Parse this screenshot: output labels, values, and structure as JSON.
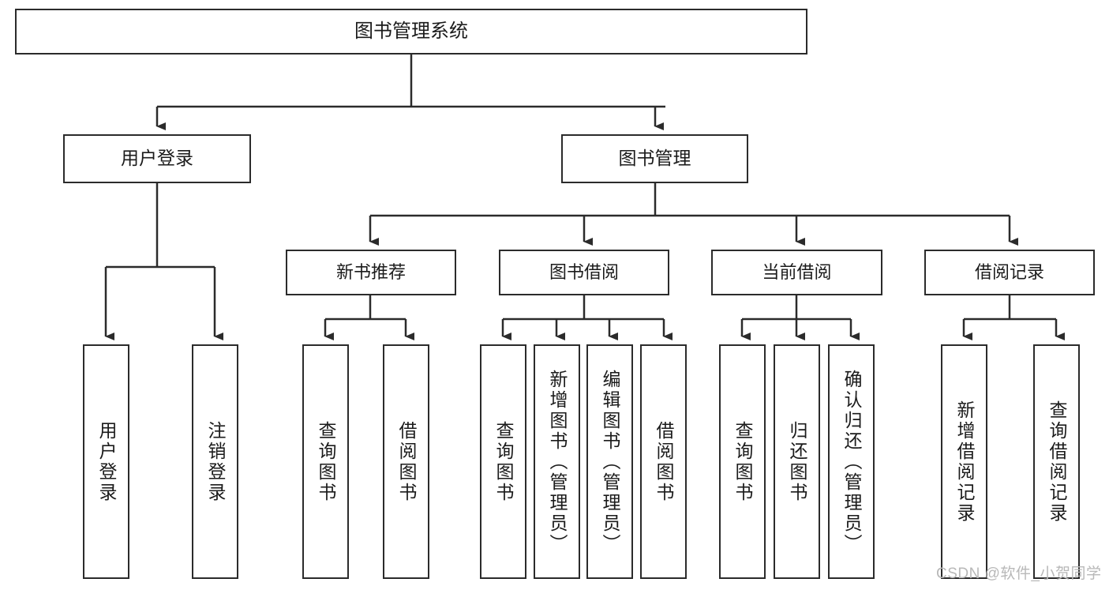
{
  "diagram": {
    "title": "图书管理系统",
    "type": "hierarchy-tree",
    "watermark": "CSDN @软件_小贺同学",
    "colors": {
      "border": "#2b2b2b",
      "background": "#ffffff",
      "text": "#1b1b1b",
      "watermark": "#b8b8b8"
    },
    "root": {
      "label": "图书管理系统"
    },
    "level1": [
      {
        "label": "用户登录"
      },
      {
        "label": "图书管理"
      }
    ],
    "level2": [
      {
        "label": "新书推荐"
      },
      {
        "label": "图书借阅"
      },
      {
        "label": "当前借阅"
      },
      {
        "label": "借阅记录"
      }
    ],
    "leaves": {
      "user_login": [
        {
          "label": "用户登录"
        },
        {
          "label": "注销登录"
        }
      ],
      "new_book_recommend": [
        {
          "label": "查询图书"
        },
        {
          "label": "借阅图书"
        }
      ],
      "book_borrow": [
        {
          "label": "查询图书"
        },
        {
          "label": "新增图书（管理员）"
        },
        {
          "label": "编辑图书（管理员）"
        },
        {
          "label": "借阅图书"
        }
      ],
      "current_borrow": [
        {
          "label": "查询图书"
        },
        {
          "label": "归还图书"
        },
        {
          "label": "确认归还（管理员）"
        }
      ],
      "borrow_records": [
        {
          "label": "新增借阅记录"
        },
        {
          "label": "查询借阅记录"
        }
      ]
    }
  }
}
